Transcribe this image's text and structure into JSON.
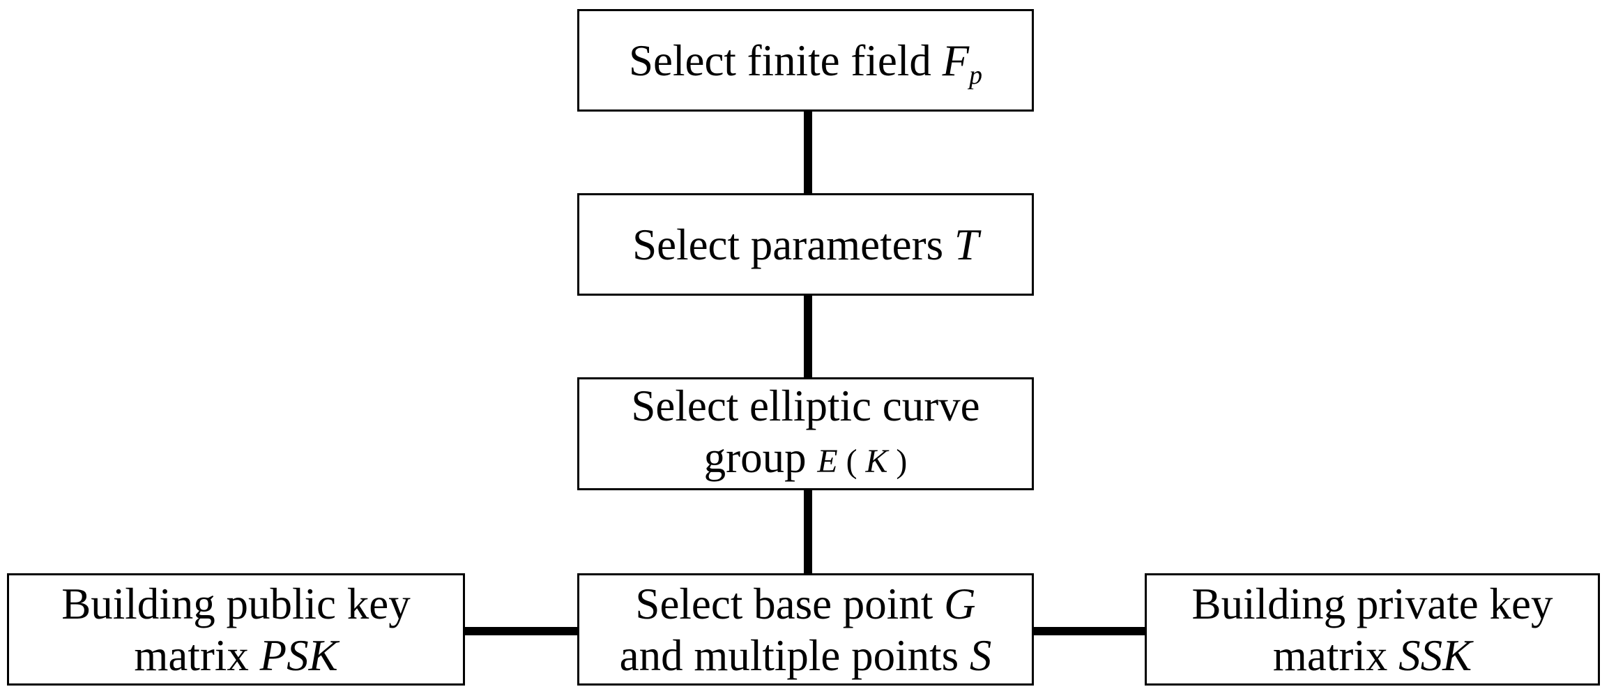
{
  "figure": {
    "type": "flowchart",
    "background_color": "#ffffff",
    "line_color": "#000000",
    "text_color": "#000000",
    "nodes": {
      "finite_field": {
        "label": "Select finite field",
        "var": "F",
        "var_subscript": "p"
      },
      "parameters": {
        "label": "Select parameters",
        "var": "T"
      },
      "elliptic_curve": {
        "line1": "Select elliptic curve",
        "line2": "group",
        "var_e": "E",
        "paren_open": "(",
        "var_k": "K",
        "paren_close": ")"
      },
      "base_point": {
        "line1": "Select base point",
        "var_g": "G",
        "line2": "and multiple points",
        "var_s": "S"
      },
      "public_key": {
        "line1": "Building public key",
        "line2": "matrix",
        "var": "PSK"
      },
      "private_key": {
        "line1": "Building private key",
        "line2": "matrix",
        "var": "SSK"
      }
    },
    "connectors": [
      {
        "name": "finite-field-to-parameters",
        "orientation": "vertical"
      },
      {
        "name": "parameters-to-elliptic-curve",
        "orientation": "vertical"
      },
      {
        "name": "elliptic-curve-to-base-point",
        "orientation": "vertical"
      },
      {
        "name": "public-key-to-base-point",
        "orientation": "horizontal"
      },
      {
        "name": "base-point-to-private-key",
        "orientation": "horizontal"
      }
    ]
  }
}
